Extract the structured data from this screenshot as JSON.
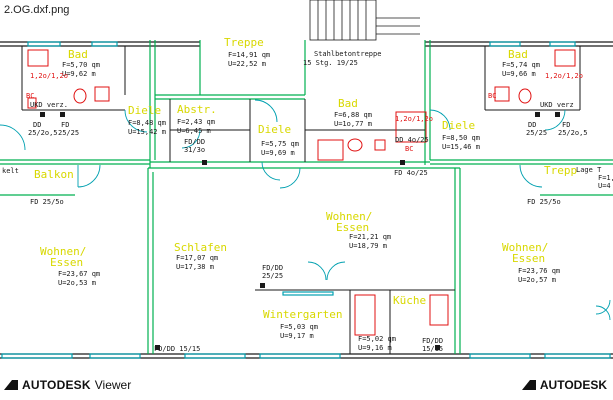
{
  "window": {
    "title": "2.OG.dxf.png"
  },
  "footer": {
    "brand_left": "AUTODESK",
    "viewer_label": "Viewer",
    "brand_right": "AUTODESK"
  },
  "colors": {
    "wall": "#00b050",
    "wall_dark": "#1a1a1a",
    "label_yellow": "#d8d800",
    "red": "#e01010",
    "cyan": "#00a0b0"
  },
  "plan": {
    "rooms": [
      {
        "id": "bad-left",
        "name": "Bad",
        "f": "F=5,70 qm",
        "u": "U=9,62 m"
      },
      {
        "id": "flur-top",
        "name": "Treppe",
        "f": "F=14,91 qm",
        "u": "U=22,52 m"
      },
      {
        "id": "stair",
        "name": "Stahlbetontreppe",
        "f": "15 Stg. 19/25"
      },
      {
        "id": "bad-right",
        "name": "Bad",
        "f": "F=5,74 qm",
        "u": "U=9,66 m"
      },
      {
        "id": "diele-left",
        "name": "Diele",
        "f": "F=8,48 qm",
        "u": "U=15,42 m"
      },
      {
        "id": "abstr",
        "name": "Abstr.",
        "f": "F=2,43 qm",
        "u": "U=6,45 m"
      },
      {
        "id": "diele-mid",
        "name": "Diele",
        "f": "F=5,75 qm",
        "u": "U=9,69 m"
      },
      {
        "id": "bad-mid",
        "name": "Bad",
        "f": "F=6,88 qm",
        "u": "U=1o,77 m"
      },
      {
        "id": "diele-right",
        "name": "Diele",
        "f": "F=8,50 qm",
        "u": "U=15,46 m"
      },
      {
        "id": "wohnen-left",
        "name": "Wohnen/",
        "name2": "Essen",
        "f": "F=23,67 qm",
        "u": "U=2o,53 m"
      },
      {
        "id": "schlafen",
        "name": "Schlafen",
        "f": "F=17,07 qm",
        "u": "U=17,38 m"
      },
      {
        "id": "wohnen-mid",
        "name": "Wohnen/",
        "name2": "Essen",
        "f": "F=21,21 qm",
        "u": "U=18,79 m"
      },
      {
        "id": "wohnen-right",
        "name": "Wohnen/",
        "name2": "Essen",
        "f": "F=23,76 qm",
        "u": "U=2o,57 m"
      },
      {
        "id": "wintergarten",
        "name": "Wintergarten",
        "f": "F=5,03 qm",
        "u": "U=9,17 m"
      },
      {
        "id": "kueche",
        "name": "Küche",
        "f": "F=5,02 qm",
        "u": "U=9,16 m"
      }
    ],
    "annotations": {
      "win_left": "1,2o/1,2o",
      "win_right": "1,2o/1,2o",
      "win_mid": "1,2o/1,2o",
      "ukd_left": "UKD verz.",
      "ukd_right": "UKD verz",
      "bc_left": "BC",
      "bc_right": "BC",
      "bc_mid": "BC",
      "dd_left": "DD",
      "fd_left": "FD",
      "dd_left_size": "25/2o,5",
      "fd_left_size": "25/25",
      "dd_right": "DD",
      "fd_right": "FD",
      "dd_right_size": "25/25",
      "fd_right_size": "25/2o,5",
      "fd_dd_abstr": "FD/DD",
      "fd_dd_abstr_size": "31/3o",
      "dd_bad": "DD 4o/25",
      "fd_bad": "FD 4o/25",
      "fd_left_bottom": "FD 25/5o",
      "fd_right_bottom": "FD 25/5o",
      "fd_dd_schlafen": "FD/DD",
      "fd_dd_schlafen_size": "25/25",
      "fd_dd_bottom_left": "FD/DD 15/15",
      "fd_dd_bottom_right": "FD/DD",
      "fd_dd_bottom_right_size": "15/15",
      "balk_left": "Balkon",
      "treppe_right": "Trepp",
      "lage_right": "Lage T",
      "f_right_edge": "F=1,",
      "u_right_edge": "U=4",
      "kelt_left": "kelt"
    }
  }
}
